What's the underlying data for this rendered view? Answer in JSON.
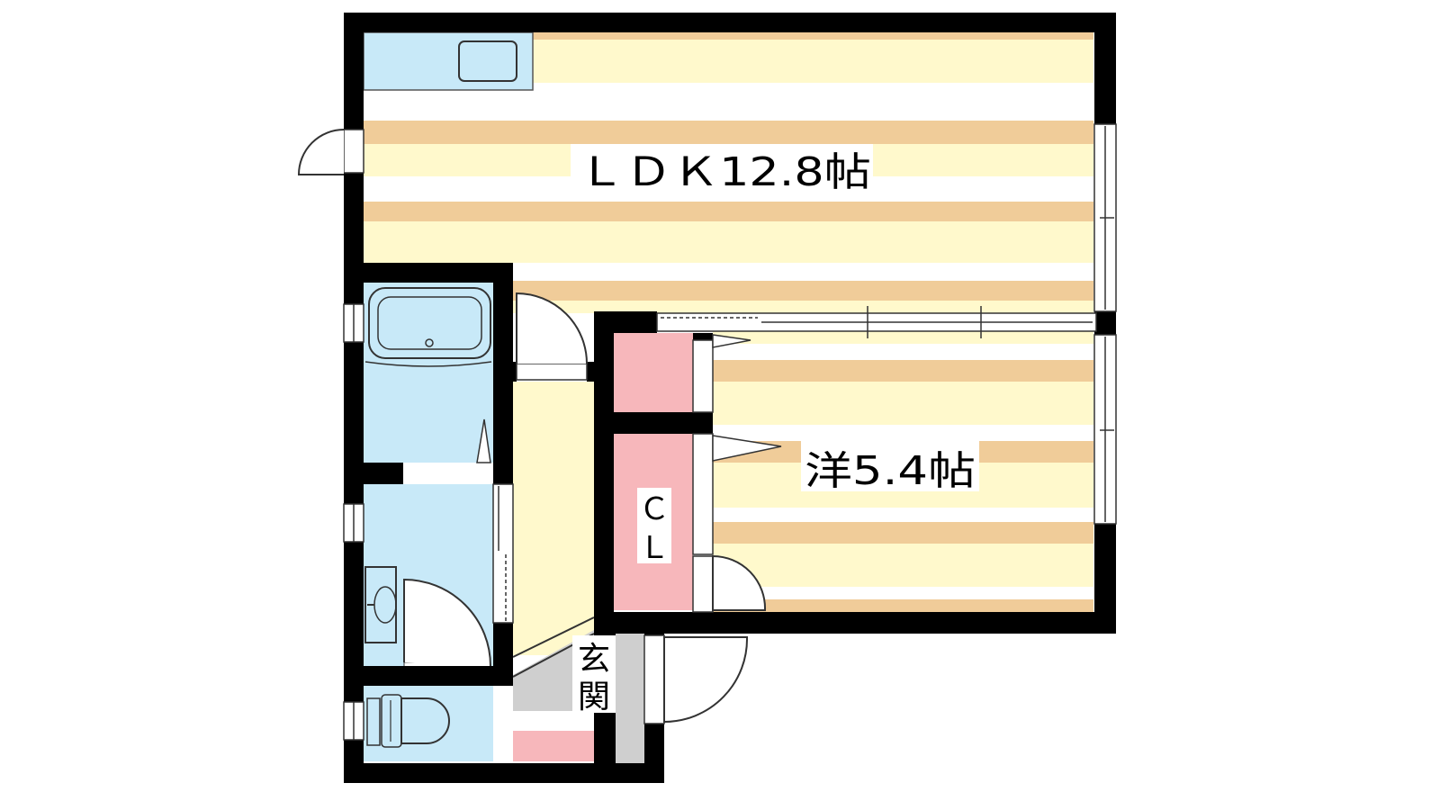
{
  "floor_plan": {
    "rooms": {
      "ldk": {
        "label": "ＬＤＫ12.8帖"
      },
      "western": {
        "label": "洋5.4帖"
      },
      "closet": {
        "label_line1": "Ｃ",
        "label_line2": "Ｌ"
      },
      "entrance": {
        "label_line1": "玄",
        "label_line2": "関"
      }
    },
    "colors": {
      "wall": "#000000",
      "floor_stripe_light": "#fff9cc",
      "floor_stripe_dark": "#f0cc99",
      "wet_area": "#c8e9f8",
      "closet": "#f7b7bb",
      "hallway": "#fff9cc",
      "entrance_floor": "#cfcfcf"
    }
  }
}
